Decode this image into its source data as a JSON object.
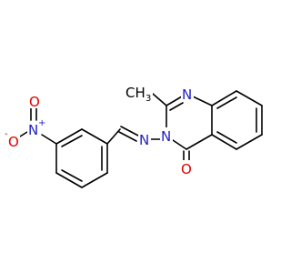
{
  "molecule": {
    "atoms": {
      "n_ring_top": "N",
      "n_ring_mid": "N",
      "n_imine": "N",
      "n_nitro": "N",
      "o_carbonyl": "O",
      "o_nitro_top": "O",
      "o_nitro_left": "O",
      "methyl_c": "CH",
      "methyl_sub": "3",
      "nitro_charge": "+",
      "o_charge": "-"
    }
  },
  "colors": {
    "carbon": "#000000",
    "nitrogen": "#2020c8",
    "oxygen": "#e00000"
  }
}
